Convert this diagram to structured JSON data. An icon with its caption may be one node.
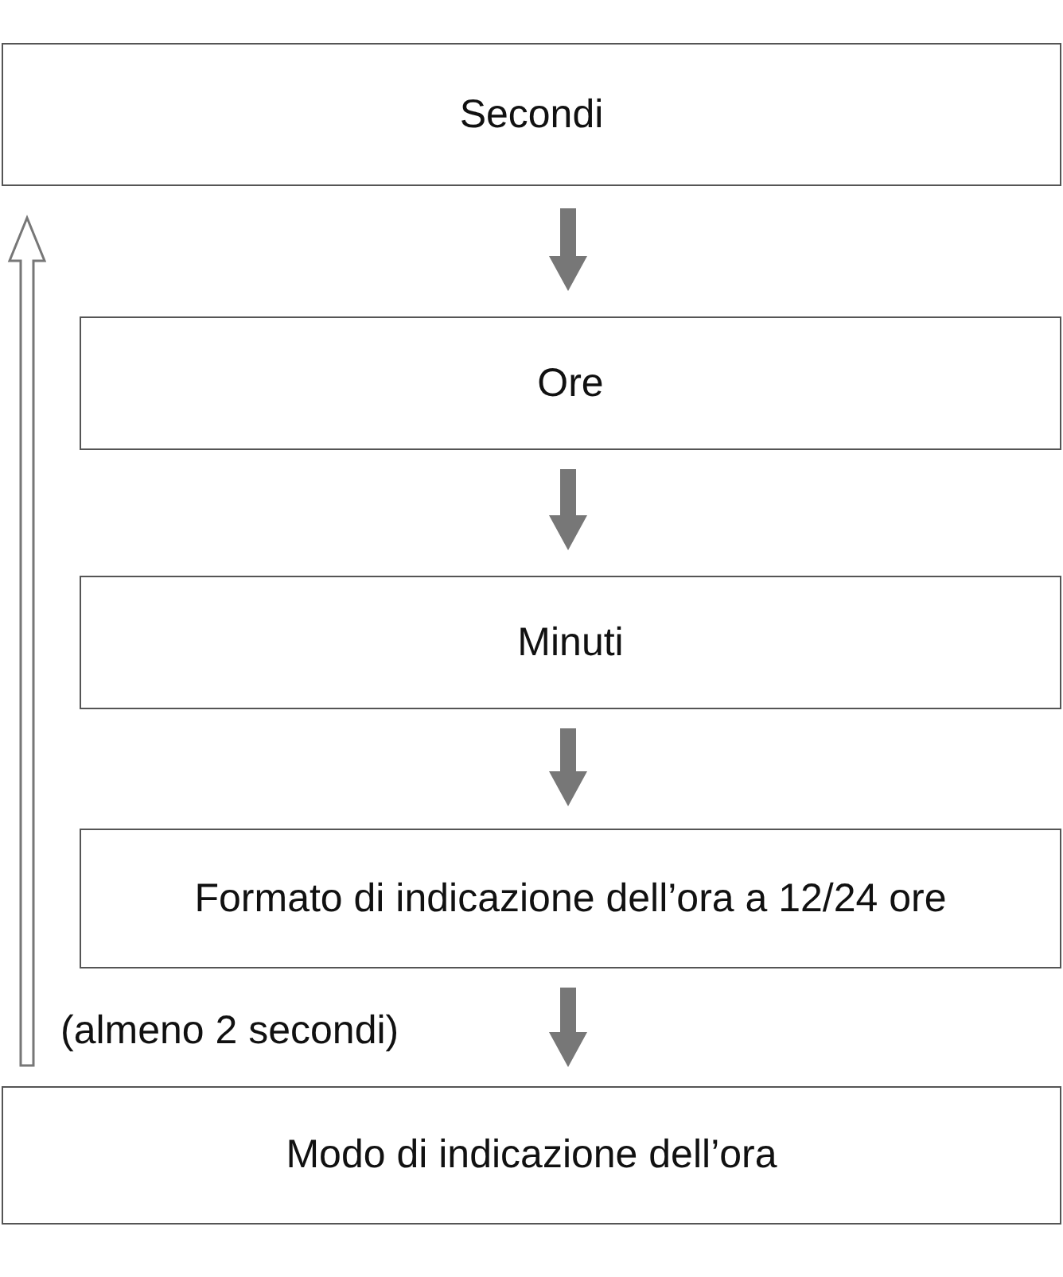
{
  "diagram": {
    "nodes": [
      {
        "text": [
          "Secondi"
        ]
      },
      {
        "text": [
          "Ore"
        ]
      },
      {
        "text": [
          "Minuti"
        ]
      },
      {
        "text": [
          "Formato di indicazione dell’ora a 12/24 ore"
        ]
      },
      {
        "text": [
          "Modo di indicazione dell’ora"
        ]
      }
    ],
    "edges": [
      {
        "from": 0,
        "to": 1,
        "arrow": "to",
        "style": "thick"
      },
      {
        "from": 1,
        "to": 2,
        "arrow": "to",
        "style": "thick"
      },
      {
        "from": 2,
        "to": 3,
        "arrow": "to",
        "style": "thick"
      },
      {
        "from": 3,
        "to": 4,
        "arrow": "to",
        "style": "thick"
      },
      {
        "from": 4,
        "to": 0,
        "arrow": "to"
      }
    ],
    "labels": [
      "(almeno 2 secondi)"
    ]
  }
}
